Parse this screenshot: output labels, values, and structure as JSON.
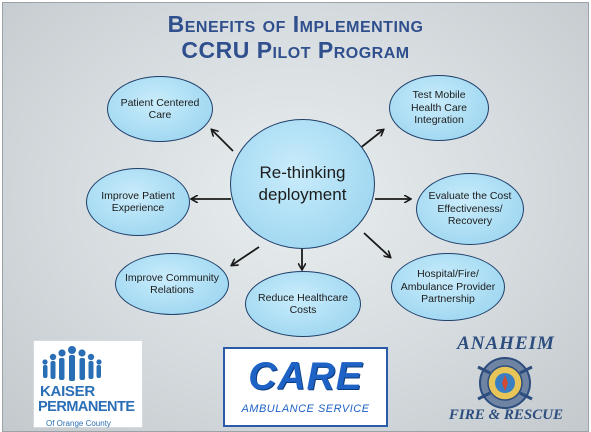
{
  "title": {
    "line1": "Benefits of Implementing",
    "line2": "CCRU Pilot Program"
  },
  "center": {
    "label": "Re-thinking deployment"
  },
  "nodes": [
    {
      "id": "patient-centered",
      "label": "Patient Centered Care"
    },
    {
      "id": "test-mobile",
      "label": "Test Mobile Health Care Integration"
    },
    {
      "id": "patient-experience",
      "label": "Improve Patient Experience"
    },
    {
      "id": "cost-effectiveness",
      "label": "Evaluate the Cost Effectiveness/ Recovery"
    },
    {
      "id": "community-relations",
      "label": "Improve Community Relations"
    },
    {
      "id": "reduce-costs",
      "label": "Reduce Healthcare Costs"
    },
    {
      "id": "partnership",
      "label": "Hospital/Fire/ Ambulance Provider Partnership"
    }
  ],
  "logos": {
    "kaiser": {
      "line1": "KAISER",
      "line2": "PERMANENTE",
      "sub": "Of Orange County"
    },
    "care": {
      "word": "CARE",
      "sub": "AMBULANCE SERVICE"
    },
    "anaheim": {
      "top": "ANAHEIM",
      "bottom": "FIRE & RESCUE"
    }
  },
  "colors": {
    "title": "#2f4f8d",
    "node_fill": "#a3d9f2",
    "node_border": "#1f3f6a",
    "kaiser_blue": "#2a6fb6",
    "care_blue": "#1e62c6"
  }
}
